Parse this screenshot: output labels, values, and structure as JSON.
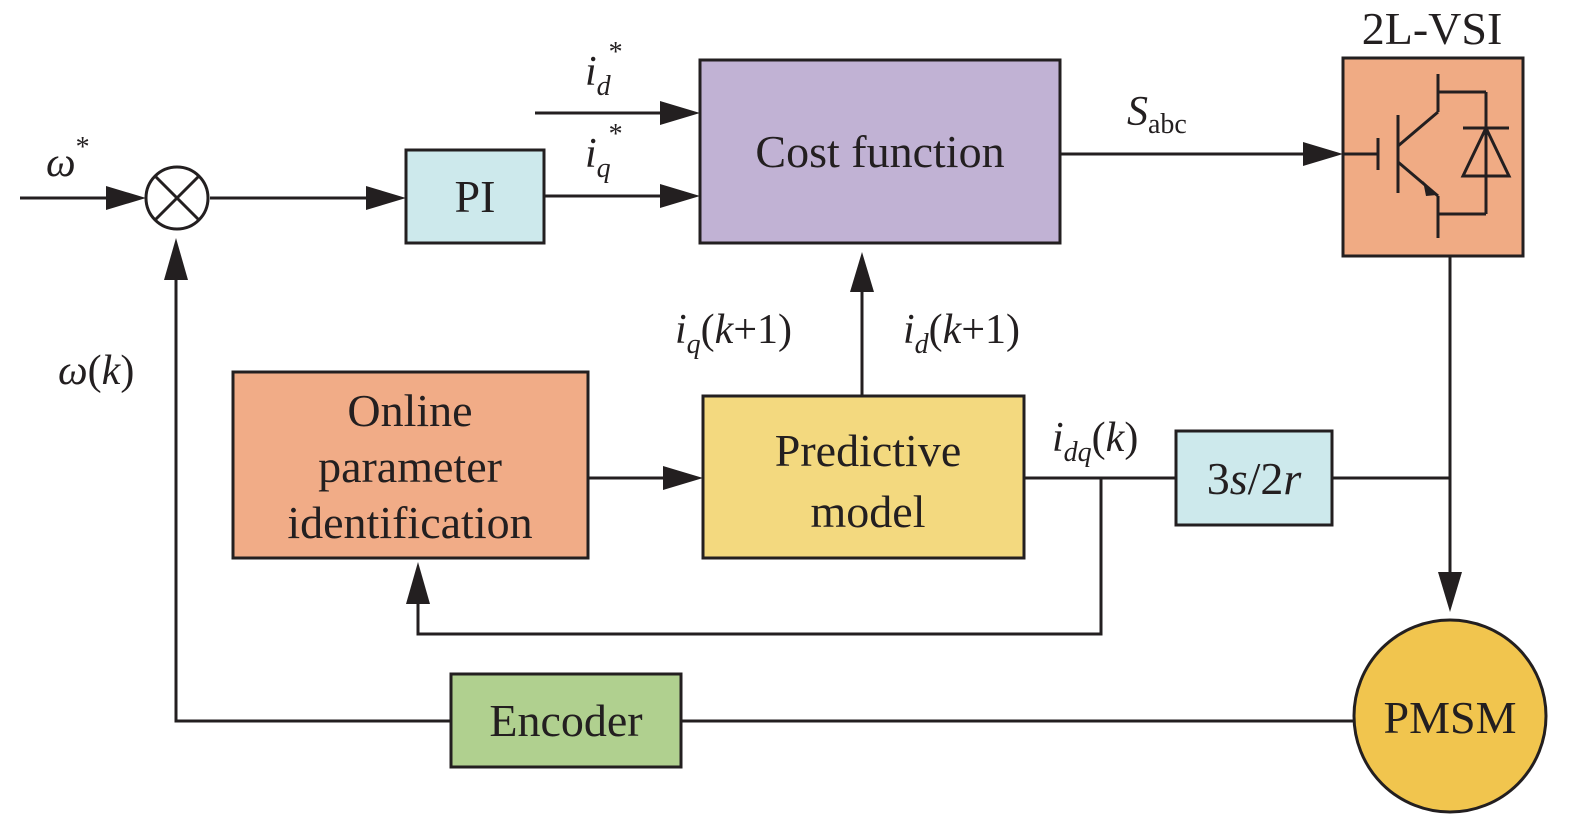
{
  "colors": {
    "pi": "#cde9ec",
    "cost": "#c1b2d4",
    "vsi": "#f0ab84",
    "online": "#f1ac87",
    "predictive": "#f3d97f",
    "transform": "#cde9ec",
    "encoder": "#b0d08f",
    "pmsm": "#f1c54e",
    "line": "#231f20"
  },
  "blocks": {
    "pi": "PI",
    "cost": "Cost function",
    "vsi_title": "2L-VSI",
    "online_l1": "Online",
    "online_l2": "parameter",
    "online_l3": "identification",
    "predictive_l1": "Predictive",
    "predictive_l2": "model",
    "transform": {
      "a": "3",
      "b": "s",
      "c": "/2",
      "d": "r"
    },
    "encoder": "Encoder",
    "pmsm": "PMSM"
  },
  "signals": {
    "omega_ref": {
      "base": "ω",
      "sup": "*"
    },
    "omega_k": {
      "base": "ω",
      "rest": "(",
      "k": "k",
      "end": ")"
    },
    "id_ref": {
      "base": "i",
      "sub": "d",
      "sup": "*"
    },
    "iq_ref": {
      "base": "i",
      "sub": "q",
      "sup": "*"
    },
    "sabc": {
      "base": "S",
      "sub": "abc"
    },
    "iq_pred": {
      "base": "i",
      "sub": "q",
      "open": "(",
      "k": "k",
      "rest": "+1)"
    },
    "id_pred": {
      "base": "i",
      "sub": "d",
      "open": "(",
      "k": "k",
      "rest": "+1)"
    },
    "idq": {
      "base": "i",
      "sub": "dq",
      "open": "(",
      "k": "k",
      "rest": ")"
    }
  }
}
